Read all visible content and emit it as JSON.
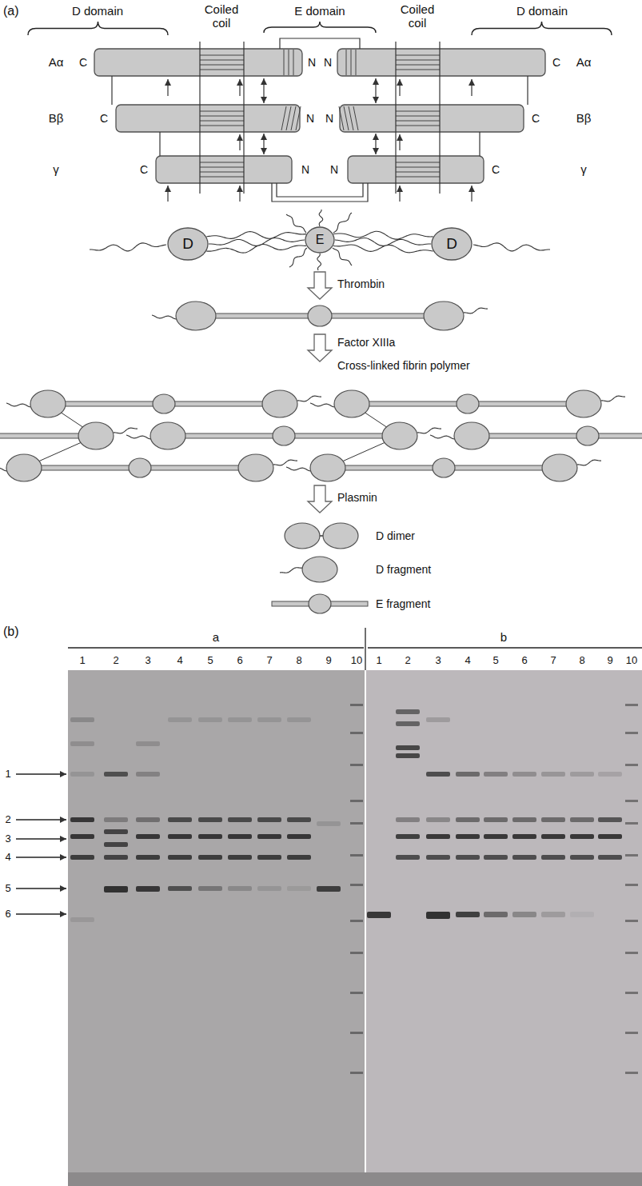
{
  "diagram": {
    "nodes": [
      {
        "text": [
          "D"
        ]
      },
      {
        "text": [
          "E"
        ]
      },
      {
        "text": [
          "D"
        ]
      }
    ],
    "edges": [
      {
        "from": 0,
        "to": 1,
        "arrow": "none"
      },
      {
        "from": 1,
        "to": 2,
        "arrow": "none"
      }
    ],
    "labels": [
      "(a)",
      "D domain",
      "Coiled coil",
      "E domain",
      "Coiled coil",
      "D domain",
      "Aα",
      "C",
      "N",
      "N",
      "C",
      "Aα",
      "Bβ",
      "C",
      "N",
      "N",
      "C",
      "Bβ",
      "γ",
      "C",
      "N",
      "N",
      "C",
      "γ",
      "Thrombin",
      "Factor XIIIa",
      "Cross-linked fibrin polymer",
      "Plasmin",
      "D dimer",
      "D fragment",
      "E fragment",
      "(b)",
      "a",
      "b",
      "1",
      "2",
      "3",
      "4",
      "5",
      "6",
      "7",
      "8",
      "9",
      "10",
      "1",
      "2",
      "3",
      "4",
      "5",
      "6",
      "7",
      "8",
      "9",
      "10",
      "1",
      "2",
      "3",
      "4",
      "5",
      "6"
    ]
  }
}
